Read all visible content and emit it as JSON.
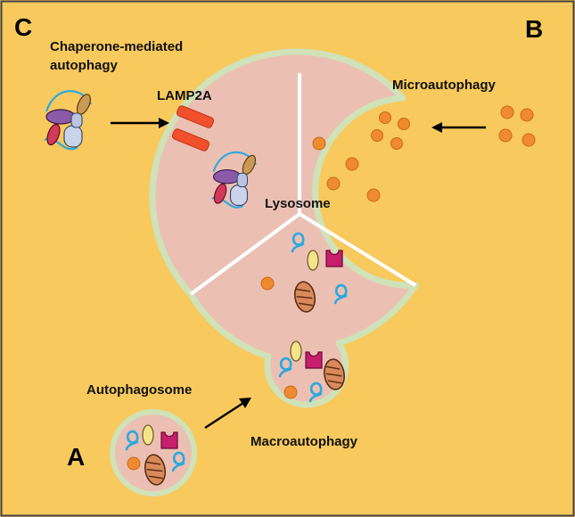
{
  "panels": {
    "a": "A",
    "b": "B",
    "c": "C"
  },
  "labels": {
    "cma_line1": "Chaperone-mediated",
    "cma_line2": "autophagy",
    "lamp": "LAMP2A",
    "micro": "Microautophagy",
    "lysosome": "Lysosome",
    "autophagosome": "Autophagosome",
    "macro": "Macroautophagy"
  },
  "colors": {
    "background": "#f8c95c",
    "lysosome_fill": "#ebc0b3",
    "membrane": "#cfe2b8",
    "cargo_orange": "#ef8a2e",
    "lamp2a": "#f0502a",
    "magenta": "#c81e6e",
    "mitochondria": "#d98a5a",
    "yellow_protein": "#f5e38a",
    "cyan_strand": "#29a9e1"
  }
}
